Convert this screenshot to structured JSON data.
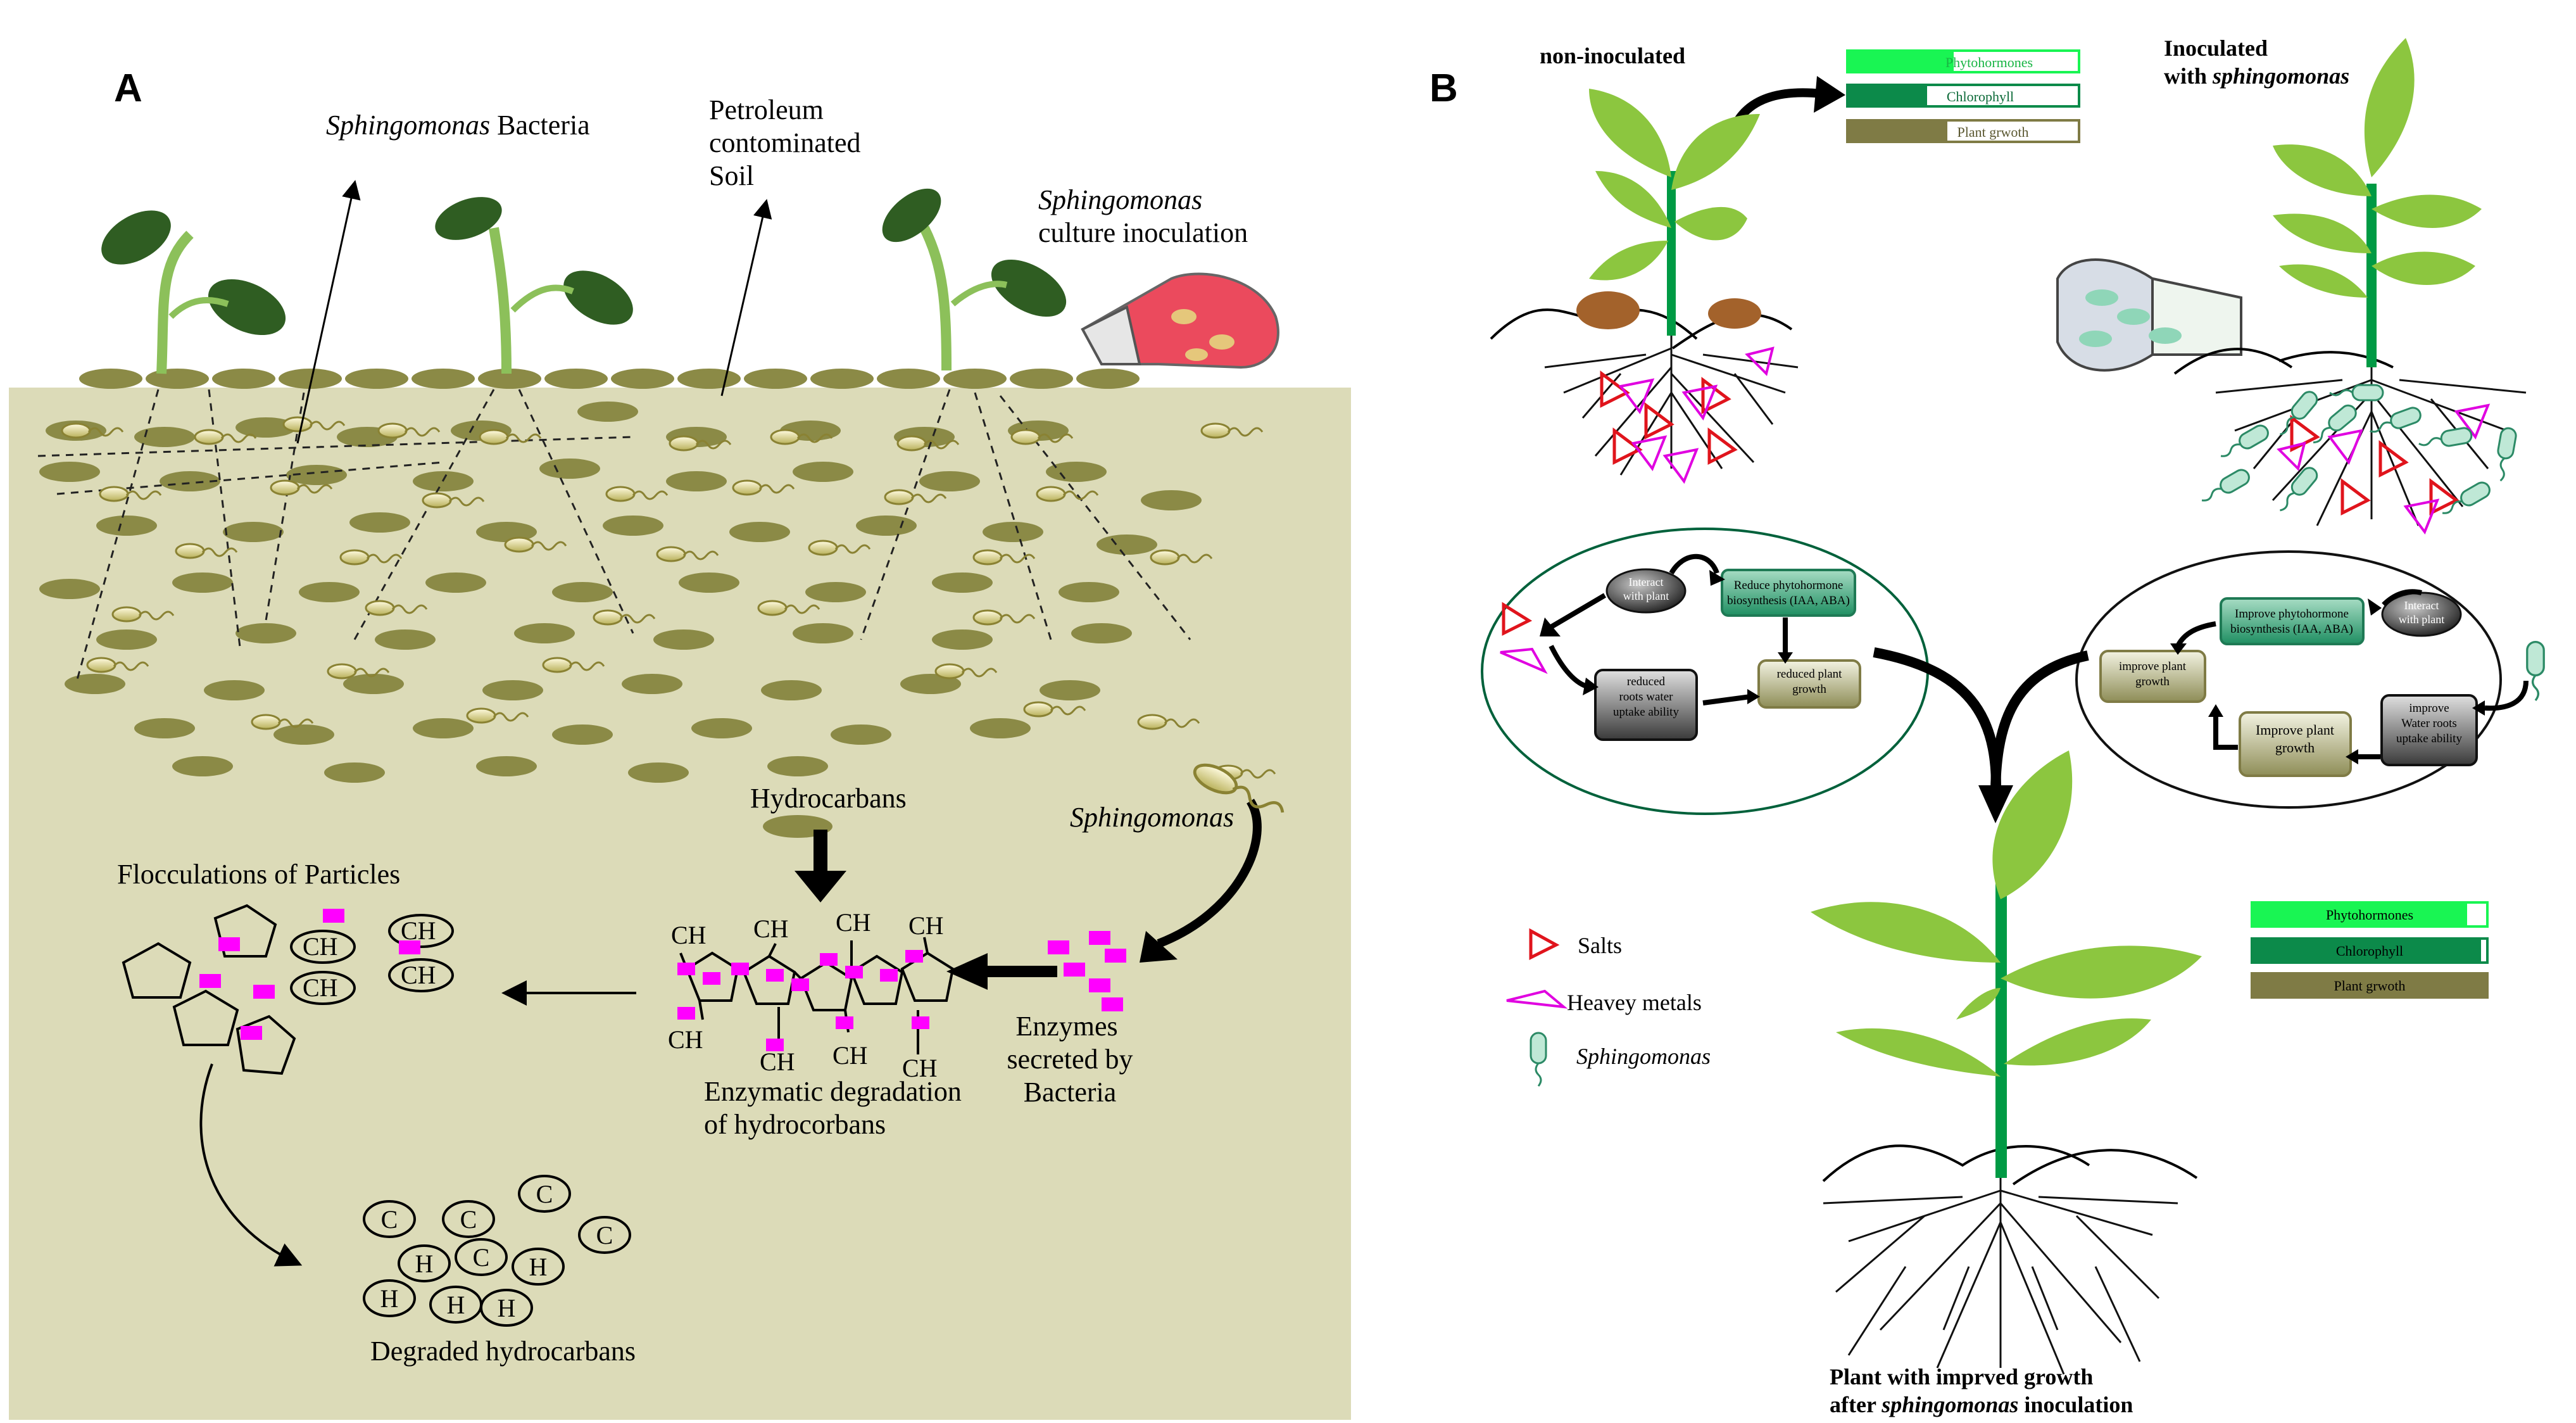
{
  "panel_a": {
    "letter": "A",
    "bacteria_label_italic": "Sphingomonas",
    "bacteria_label_rest": " Bacteria",
    "soil_label": [
      "Petroleum",
      "contominated",
      "Soil"
    ],
    "culture_label_italic": "Sphingomonas",
    "culture_label_rest": "culture inoculation",
    "hydrocarbons": "Hydrocarbans",
    "sphingomonas_side": "Sphingomonas",
    "flocculation": "Flocculations of Particles",
    "ch": "CH",
    "enzymes": [
      "Enzymes",
      "secreted by",
      "Bacteria"
    ],
    "enzymatic": [
      "Enzymatic degradation",
      "of hydrocorbans"
    ],
    "degraded": "Degraded hydrocarbans",
    "c": "C",
    "h": "H"
  },
  "panel_b": {
    "letter": "B",
    "non_inoculated": "non-inoculated",
    "inoculated_line1": "Inoculated",
    "inoculated_with": "with ",
    "inoculated_italic": "sphingomonas",
    "bars_top": {
      "phyto": "Phytohormones",
      "chloro": "Chlorophyll",
      "growth": "Plant grwoth"
    },
    "bars_bottom": {
      "phyto": "Phytohormones",
      "chloro": "Chlorophyll",
      "growth": "Plant grwoth"
    },
    "left_cycle": {
      "interact": [
        "Interact",
        "with plant"
      ],
      "reduce": [
        "Reduce phytohormone",
        "biosynthesis (IAA, ABA)"
      ],
      "reduced_roots": [
        "reduced",
        "roots water",
        "uptake ability"
      ],
      "reduced_growth": [
        "reduced  plant",
        "growth"
      ]
    },
    "right_cycle": {
      "improve_phyto": [
        "Improve phytohormone",
        "biosynthesis (IAA, ABA)"
      ],
      "interact": [
        "Interact",
        "with plant"
      ],
      "improve_growth_small": [
        "improve  plant",
        "growth"
      ],
      "improve_water": [
        "improve",
        "Water roots",
        "uptake ability"
      ],
      "improve_growth": [
        "Improve plant",
        "growth"
      ]
    },
    "legend": {
      "salts": "Salts",
      "metals": "Heavey metals",
      "sphingo": "Sphingomonas"
    },
    "bottom_caption_line1": "Plant with imprved growth",
    "bottom_caption_after": "after ",
    "bottom_caption_italic": "sphingomonas",
    "bottom_caption_end": " inoculation"
  },
  "colors": {
    "soil": "#dcdbb8",
    "particle": "#8b8a46",
    "magenta": "#ff00ff",
    "leaf": "#8cc63f",
    "stem": "#009a44",
    "phyto_bar": "#19f553",
    "chloro_bar": "#0c8a4a",
    "growth_bar": "#7f7b45"
  }
}
